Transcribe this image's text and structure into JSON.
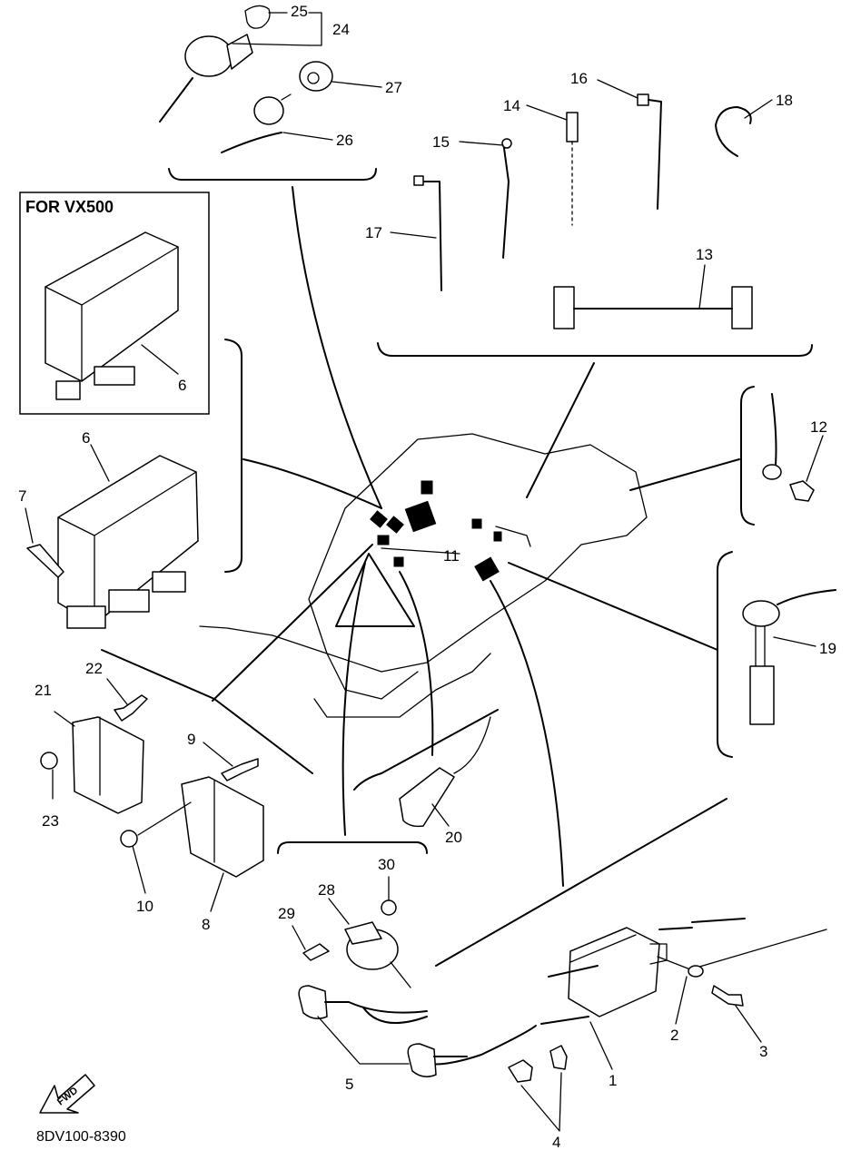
{
  "diagram": {
    "box_label": "FOR VX500",
    "drawing_code": "8DV100-8390",
    "fwd_arrow_label": "FWD",
    "callouts": {
      "c1": "1",
      "c2": "2",
      "c3": "3",
      "c4": "4",
      "c5": "5",
      "c6a": "6",
      "c6b": "6",
      "c7": "7",
      "c8": "8",
      "c9": "9",
      "c10": "10",
      "c11": "11",
      "c12": "12",
      "c13": "13",
      "c14": "14",
      "c15": "15",
      "c16": "16",
      "c17": "17",
      "c18": "18",
      "c19": "19",
      "c20": "20",
      "c21": "21",
      "c22": "22",
      "c23": "23",
      "c24": "24",
      "c25": "25",
      "c26": "26",
      "c27": "27",
      "c28": "28",
      "c29": "29",
      "c30": "30"
    }
  }
}
